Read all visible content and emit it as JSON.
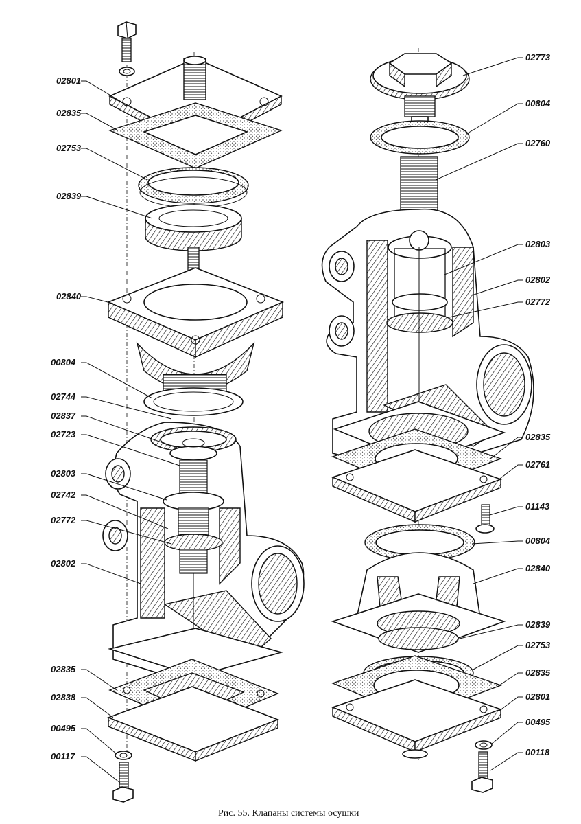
{
  "caption": "Рис. 55. Клапаны системы осушки",
  "left_assembly": {
    "labels": [
      "02801",
      "02835",
      "02753",
      "02839",
      "02840",
      "00804",
      "02744",
      "02837",
      "02723",
      "02803",
      "02742",
      "02772",
      "02802",
      "02835",
      "02838",
      "00495",
      "00117"
    ]
  },
  "right_assembly": {
    "labels": [
      "02773",
      "00804",
      "02760",
      "02803",
      "02802",
      "02772",
      "02835",
      "02761",
      "01143",
      "00804",
      "02840",
      "02839",
      "02753",
      "02835",
      "02801",
      "00495",
      "00118"
    ]
  }
}
